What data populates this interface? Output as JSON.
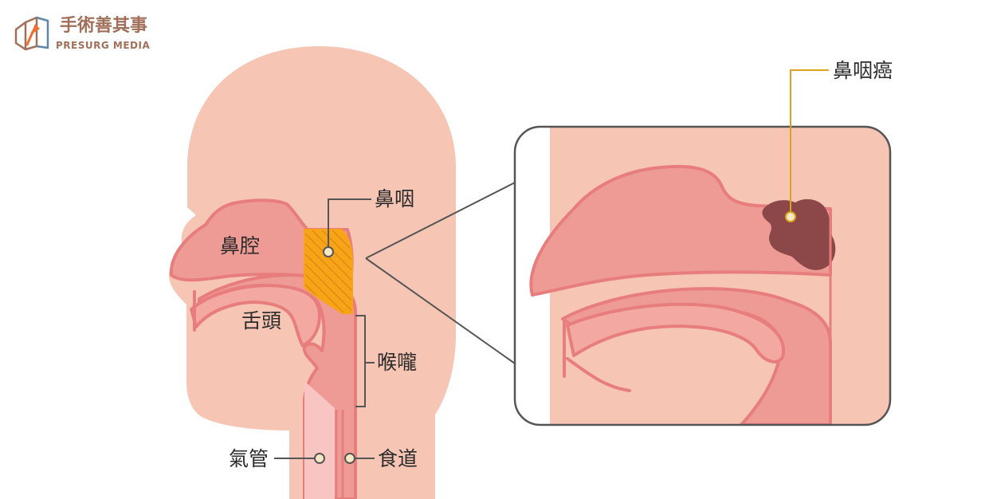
{
  "brand": {
    "name_cn": "手術善其事",
    "name_en": "PRESURG MEDIA"
  },
  "labels": {
    "nasopharynx": "鼻咽",
    "nasal_cavity": "鼻腔",
    "tongue": "舌頭",
    "throat": "喉嚨",
    "trachea": "氣管",
    "esophagus": "食道",
    "nasopharyngeal_cancer": "鼻咽癌"
  },
  "colors": {
    "skin": "#f6c5b3",
    "tissue": "#ef9b95",
    "tissue_edge": "#e77d7c",
    "highlight": "#f7a416",
    "tumor": "#8c4748",
    "leader_line": "#555555",
    "callout_line": "#d9a31c",
    "brand": "#a0705a"
  },
  "icons": {
    "logo": "book-scalpel-logo"
  }
}
